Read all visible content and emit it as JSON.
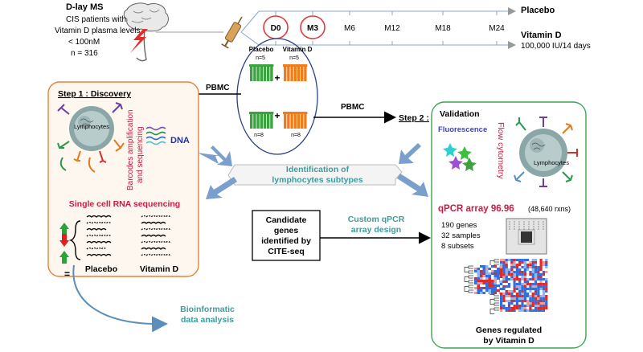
{
  "cohort": {
    "title": "D-lay MS",
    "line1": "CIS patients with",
    "line2": "Vitamin D plasma levels",
    "line3": "< 100nM",
    "line4": "n = 316"
  },
  "timeline": {
    "points": [
      "D0",
      "M3",
      "M6",
      "M12",
      "M18",
      "M24"
    ],
    "arm1": "Placebo",
    "arm2": "Vitamin D",
    "arm2_dose": "100,000 IU/14 days"
  },
  "samples": {
    "placebo_label": "Placebo",
    "vitd_label": "Vitamin D",
    "n_top_left": "n=5",
    "n_top_right": "n=5",
    "n_bottom_left": "n=8",
    "n_bottom_right": "n=8",
    "plus": "+"
  },
  "pbmc_left": "PBMC",
  "pbmc_right": "PBMC",
  "step1": {
    "title": "Step 1 : Discovery",
    "lymphocytes": "Lymphocytes",
    "barcodes_line1": "Barcodes amplification",
    "barcodes_line2": "and sequencing",
    "dna": "DNA",
    "scrna": "Single cell RNA sequencing",
    "placebo": "Placebo",
    "vitd": "Vitamin D",
    "equal": "="
  },
  "center": {
    "identification_line1": "Identification of",
    "identification_line2": "lymphocytes subtypes",
    "candidate_line1": "Candidate",
    "candidate_line2": "genes",
    "candidate_line3": "identified by",
    "candidate_line4": "CITE-seq",
    "custom_line1": "Custom qPCR",
    "custom_line2": "array design",
    "bioinformatic_line1": "Bioinformatic",
    "bioinformatic_line2": "data analysis"
  },
  "step2": {
    "title": "Step 2 :",
    "validation": "Validation",
    "fluorescence": "Fluorescence",
    "flow": "Flow cytometry",
    "lymphocytes": "Lymphocytes",
    "qpcr": "qPCR array 96.96",
    "qpcr_rxns": "(48,640 rxns)",
    "genes": "190 genes",
    "samples": "32 samples",
    "subsets": "8 subsets",
    "result_line1": "Genes regulated",
    "result_line2": "by Vitamin D"
  },
  "colors": {
    "step1_border": "#e8823a",
    "step1_fill": "#fdf7ef",
    "step2_border": "#3aa64e",
    "placebo_green": "#3aa33f",
    "vitd_orange": "#f07d1c",
    "ellipse_border": "#2e3f86",
    "arrow_blue": "#7a9fcc",
    "teal_text": "#3f9c9c",
    "crimson": "#cc1b43",
    "red_circle": "#e23a3a"
  }
}
